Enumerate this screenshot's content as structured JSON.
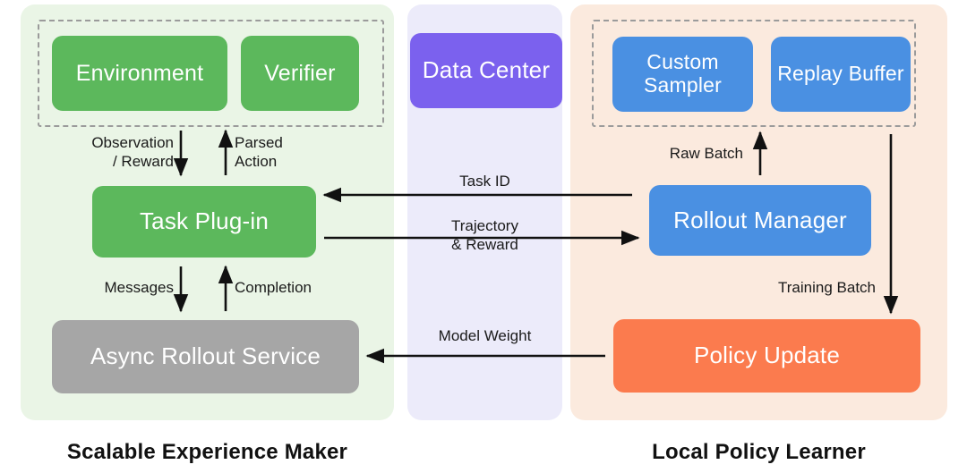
{
  "diagram": {
    "title": "Scalable Experience Maker / Local Policy Learner architecture",
    "colors": {
      "green": "#5cb85c",
      "blue": "#4a90e2",
      "orange": "#fb7b4e",
      "purple": "#7b61ee",
      "gray": "#a6a6a6",
      "panel_left_bg": "#eaf5e6",
      "panel_center_bg": "#ecebfa",
      "panel_right_bg": "#fbeade",
      "arrow": "#111111",
      "dashed_border": "#9b9b9b"
    }
  },
  "left_panel": {
    "caption": "Scalable Experience Maker",
    "group_nodes": [
      {
        "label": "Environment"
      },
      {
        "label": "Verifier"
      }
    ],
    "nodes": [
      {
        "label": "Task Plug-in"
      },
      {
        "label": "Async Rollout Service"
      }
    ],
    "edge_labels": [
      {
        "text": "Observation\n/ Reward"
      },
      {
        "text": "Parsed\nAction"
      },
      {
        "text": "Messages"
      },
      {
        "text": "Completion"
      }
    ]
  },
  "center_panel": {
    "node": {
      "label": "Data\nCenter"
    },
    "edge_labels": [
      {
        "text": "Task ID"
      },
      {
        "text": "Trajectory\n& Reward"
      },
      {
        "text": "Model Weight"
      }
    ]
  },
  "right_panel": {
    "caption": "Local Policy Learner",
    "group_nodes": [
      {
        "label": "Custom\nSampler"
      },
      {
        "label": "Replay\nBuffer"
      }
    ],
    "nodes": [
      {
        "label": "Rollout Manager"
      },
      {
        "label": "Policy Update"
      }
    ],
    "edge_labels": [
      {
        "text": "Raw Batch"
      },
      {
        "text": "Training Batch"
      }
    ]
  }
}
